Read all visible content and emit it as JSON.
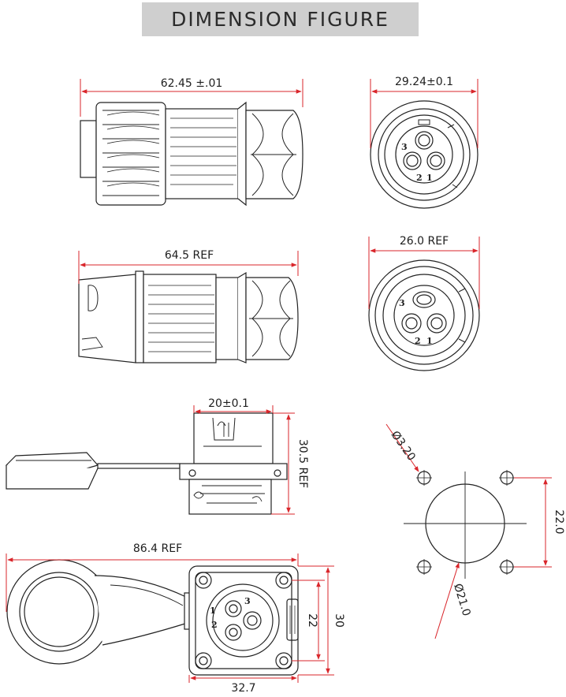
{
  "title": "DIMENSION FIGURE",
  "dimensions": {
    "plug_length": "62.45 ±.01",
    "plug_diameter": "29.24±0.1",
    "receptacle_length": "64.5 REF",
    "receptacle_diameter": "26.0 REF",
    "socket_width": "20±0.1",
    "socket_height": "30.5 REF",
    "cap_length": "86.4 REF",
    "flange_width": "32.7",
    "flange_height": "30",
    "hole_pitch": "22",
    "mount_hole_dia": "Ø3.20",
    "panel_hole_dia": "Ø21.0",
    "panel_hole_pitch": "22.0"
  },
  "pin_labels": {
    "pin1": "1",
    "pin2": "2",
    "pin3": "3"
  },
  "colors": {
    "dimension_line": "#d9262b",
    "outline": "#222222",
    "title_bg": "#cfcfcf"
  }
}
